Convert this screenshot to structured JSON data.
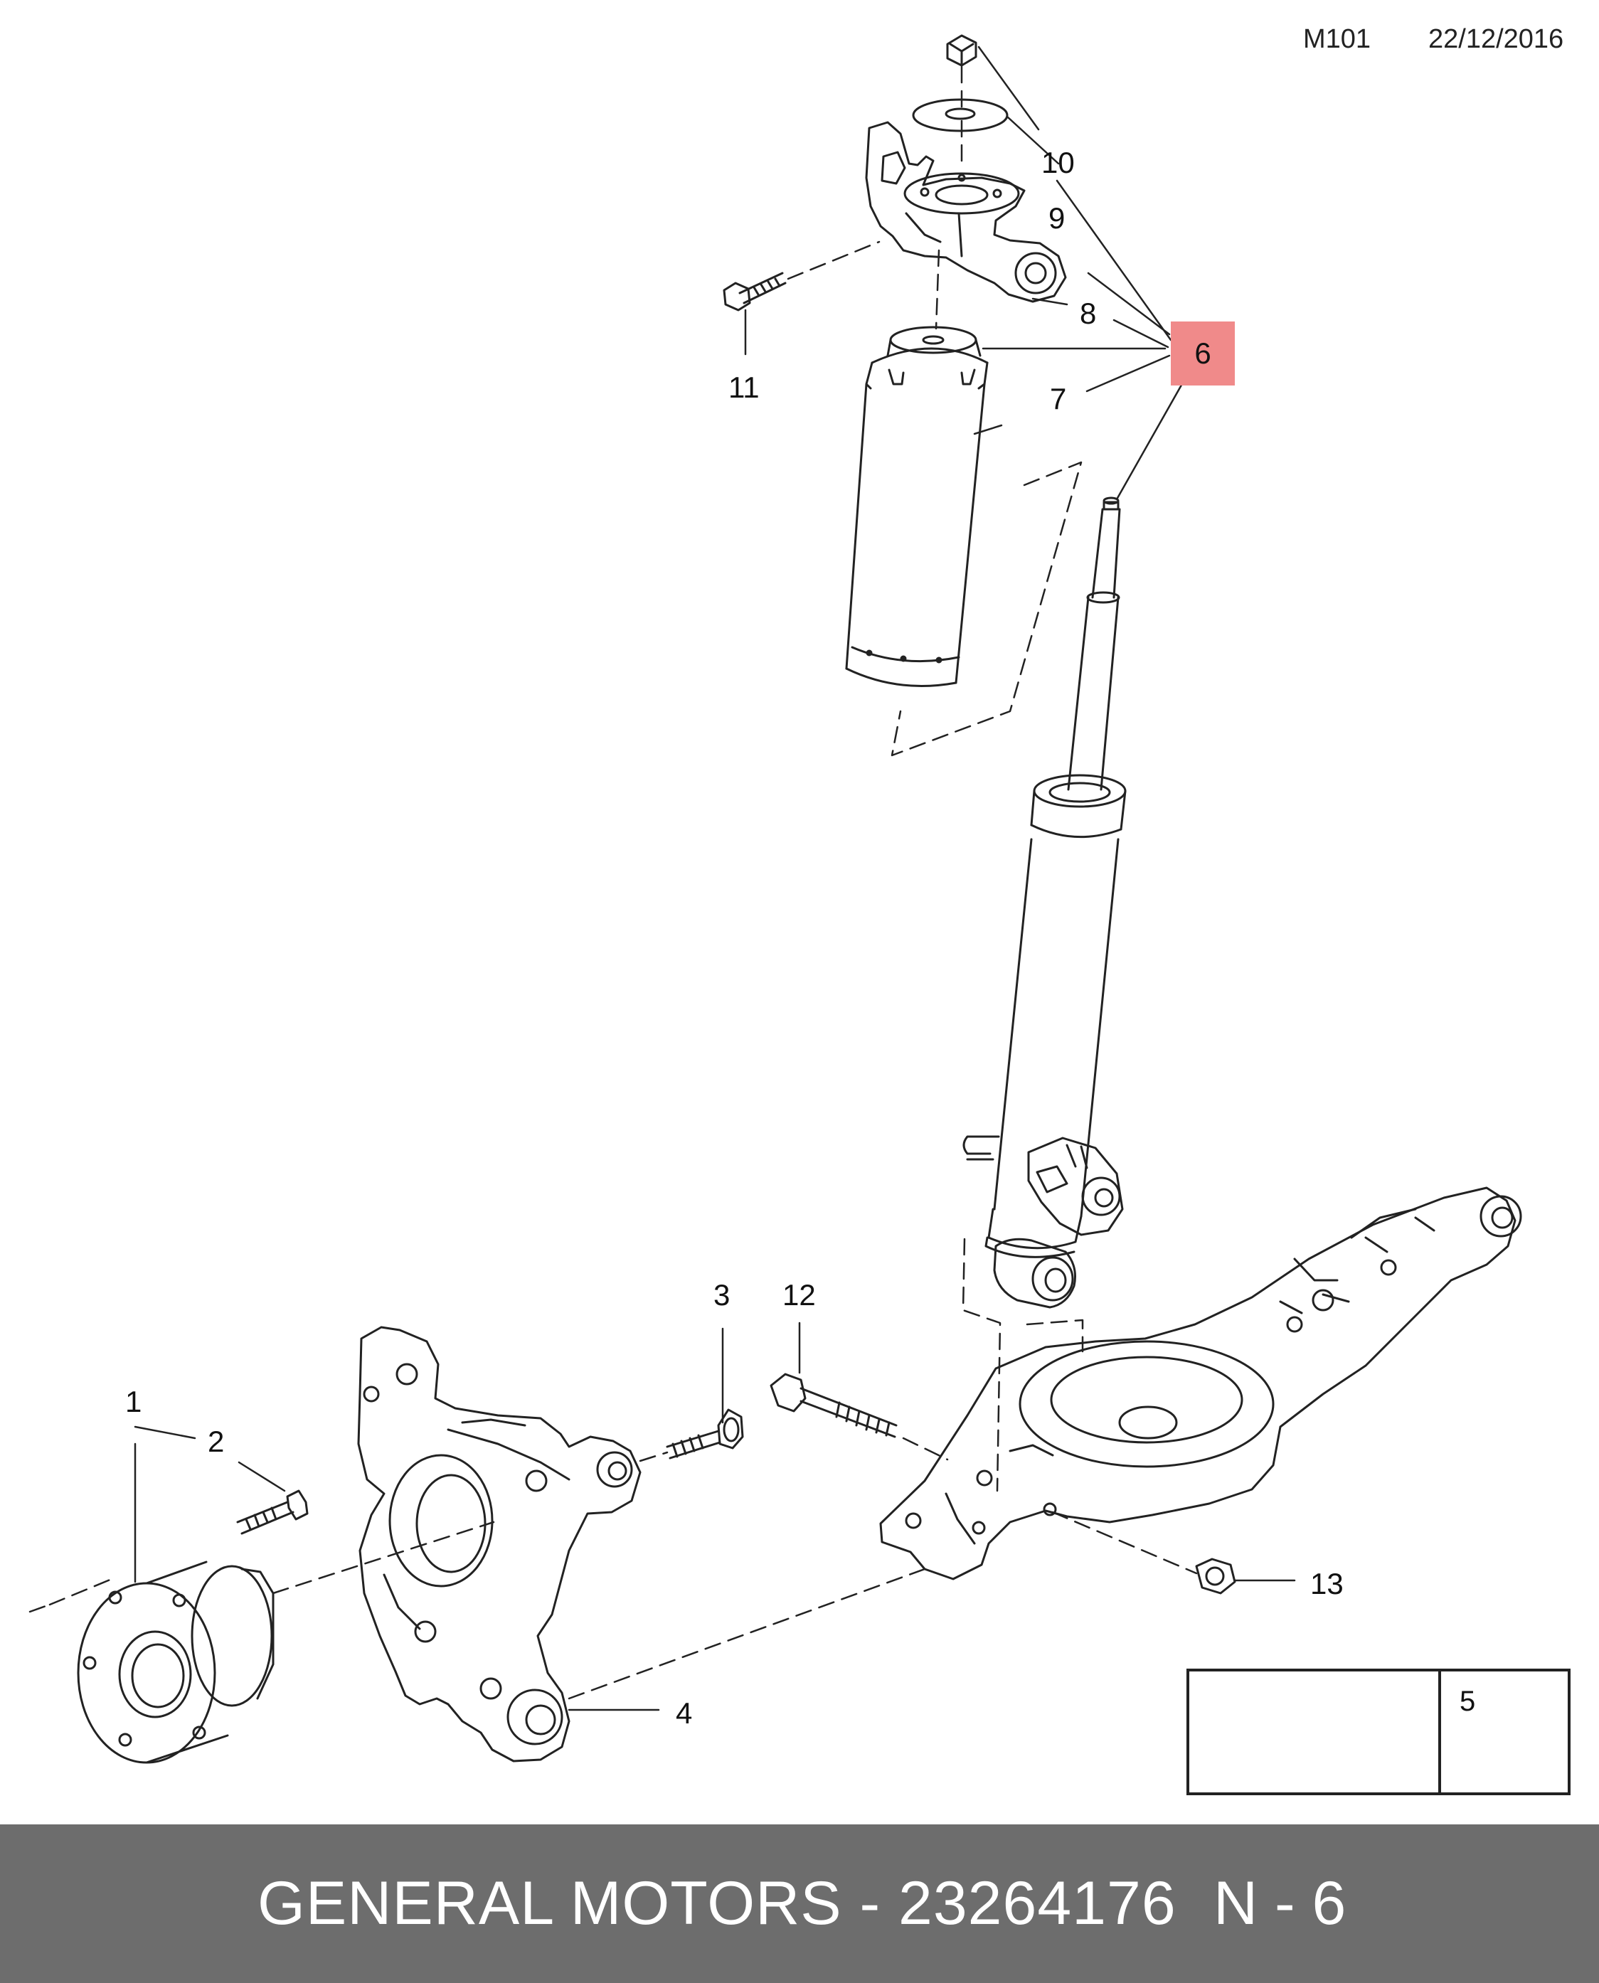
{
  "header": {
    "diagram_code": "M101",
    "date": "22/12/2016"
  },
  "callouts": {
    "c1": "1",
    "c2": "2",
    "c3": "3",
    "c4": "4",
    "c6": "6",
    "c7": "7",
    "c8": "8",
    "c9": "9",
    "c10": "10",
    "c11": "11",
    "c12": "12",
    "c13": "13"
  },
  "legend": {
    "manual_icon": "repair-manual-icon",
    "oil_icon": "oil-can-icon",
    "note_number": "5"
  },
  "footer": {
    "title": "GENERAL MOTORS - 23264176",
    "ref": "N - 6"
  },
  "colors": {
    "highlight": "#f08a8a",
    "footer_bg": "#6d6d6d",
    "line": "#222222"
  }
}
